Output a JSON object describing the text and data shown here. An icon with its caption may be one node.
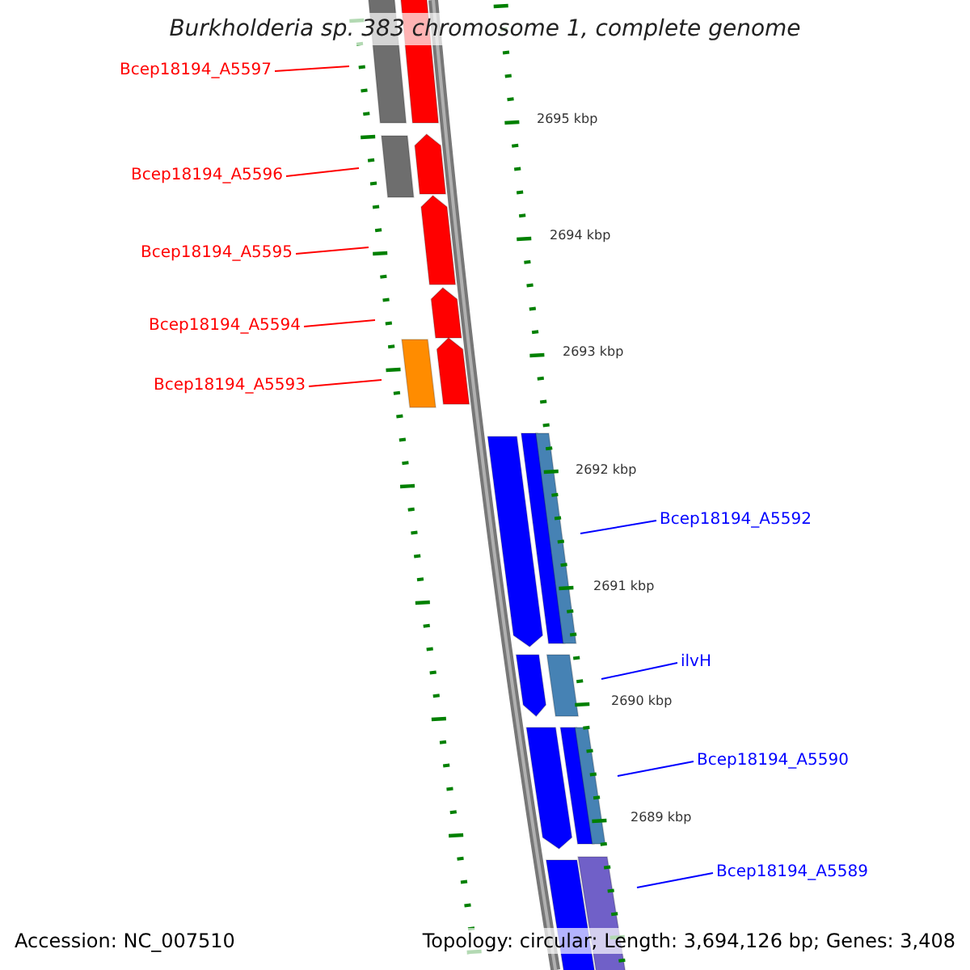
{
  "diagram": {
    "title": "Burkholderia sp. 383 chromosome 1, complete genome",
    "nodes": [
      {
        "text": [
          "Bcep18194_A5597"
        ]
      },
      {
        "text": [
          "Bcep18194_A5596"
        ]
      },
      {
        "text": [
          "Bcep18194_A5595"
        ]
      },
      {
        "text": [
          "Bcep18194_A5594"
        ]
      },
      {
        "text": [
          "Bcep18194_A5593"
        ]
      },
      {
        "text": [
          "Bcep18194_A5592"
        ]
      },
      {
        "text": [
          "ilvH"
        ]
      },
      {
        "text": [
          "Bcep18194_A5590"
        ]
      },
      {
        "text": [
          "Bcep18194_A5589"
        ]
      }
    ],
    "edges": [
      {
        "from": 0,
        "to": null,
        "arrow": "none"
      },
      {
        "from": 1,
        "to": null,
        "arrow": "none"
      },
      {
        "from": 2,
        "to": null,
        "arrow": "none"
      },
      {
        "from": 3,
        "to": null,
        "arrow": "none"
      },
      {
        "from": 4,
        "to": null,
        "arrow": "none"
      },
      {
        "from": 5,
        "to": null,
        "arrow": "none",
        "color": "#0000ff"
      },
      {
        "from": 6,
        "to": null,
        "arrow": "none",
        "color": "#0000ff"
      },
      {
        "from": 7,
        "to": null,
        "arrow": "none",
        "color": "#0000ff"
      },
      {
        "from": 8,
        "to": null,
        "arrow": "none",
        "color": "#0000ff"
      }
    ],
    "labels": [
      "2695 kbp",
      "2694 kbp",
      "2693 kbp",
      "2692 kbp",
      "2691 kbp",
      "2690 kbp",
      "2689 kbp",
      "Accession: NC_007510",
      "Topology: circular; Length: 3,694,126 bp; Genes: 3,408"
    ]
  }
}
